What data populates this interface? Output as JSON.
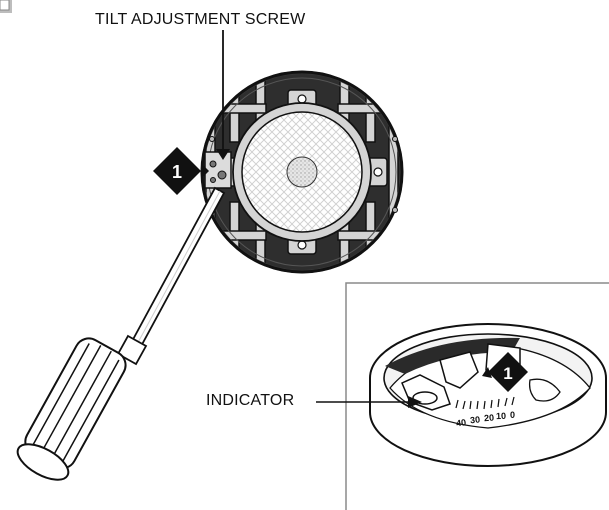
{
  "labels": {
    "tilt_screw": "TILT ADJUSTMENT  SCREW",
    "indicator": "INDICATOR"
  },
  "callouts": {
    "step_left": "1",
    "step_right": "1"
  },
  "scale": {
    "ticks": [
      "40",
      "30",
      "20",
      "10",
      "0"
    ]
  }
}
